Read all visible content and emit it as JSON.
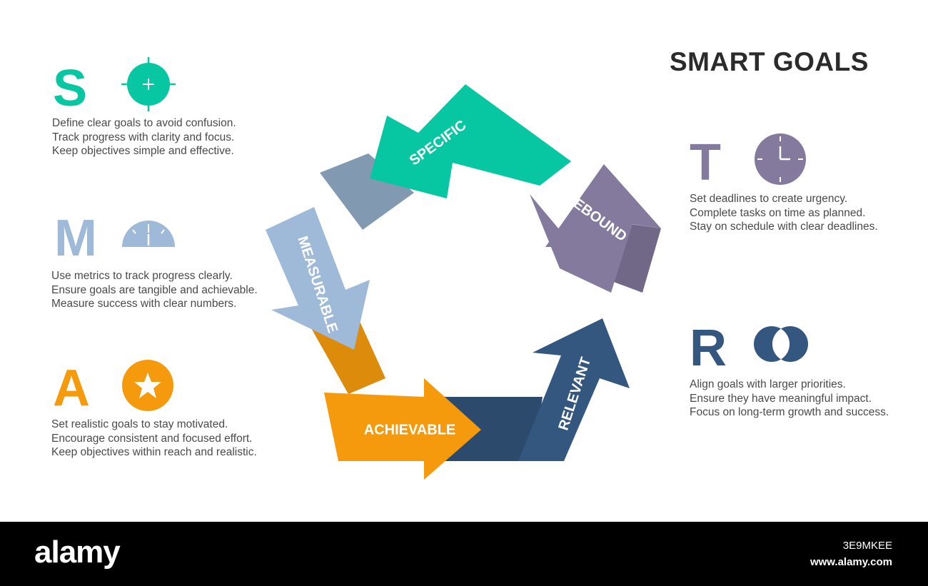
{
  "title": "SMART GOALS",
  "colors": {
    "specific": "#07c7a2",
    "measurable": "#9fbad9",
    "achievable": "#f49a0c",
    "relevant": "#34577f",
    "timebound": "#847a9e",
    "text": "#4a4a4a"
  },
  "sections": {
    "s": {
      "letter": "S",
      "icon": "target-icon",
      "lines": [
        "Define clear goals to avoid confusion.",
        "Track progress with clarity and focus.",
        "Keep objectives simple and effective."
      ]
    },
    "m": {
      "letter": "M",
      "icon": "gauge-icon",
      "lines": [
        "Use metrics to track progress clearly.",
        "Ensure goals are tangible and achievable.",
        "Measure success with clear numbers."
      ]
    },
    "a": {
      "letter": "A",
      "icon": "star-icon",
      "lines": [
        "Set realistic goals to stay motivated.",
        "Encourage consistent and focused effort.",
        "Keep objectives within reach and realistic."
      ]
    },
    "t": {
      "letter": "T",
      "icon": "clock-icon",
      "lines": [
        "Set deadlines to create urgency.",
        "Complete tasks on time as planned.",
        "Stay on schedule with clear deadlines."
      ]
    },
    "r": {
      "letter": "R",
      "icon": "overlap-circles-icon",
      "lines": [
        "Align goals with larger priorities.",
        "Ensure they have meaningful impact.",
        "Focus on long-term growth and success."
      ]
    }
  },
  "cycle": {
    "specific": "SPECIFIC",
    "measurable": "MEASURABLE",
    "achievable": "ACHIEVABLE",
    "relevant": "RELEVANT",
    "timebound": "TIMEBOUND"
  },
  "watermark": {
    "logo": "alamy",
    "image_id": "3E9MKEE",
    "url": "www.alamy.com"
  }
}
